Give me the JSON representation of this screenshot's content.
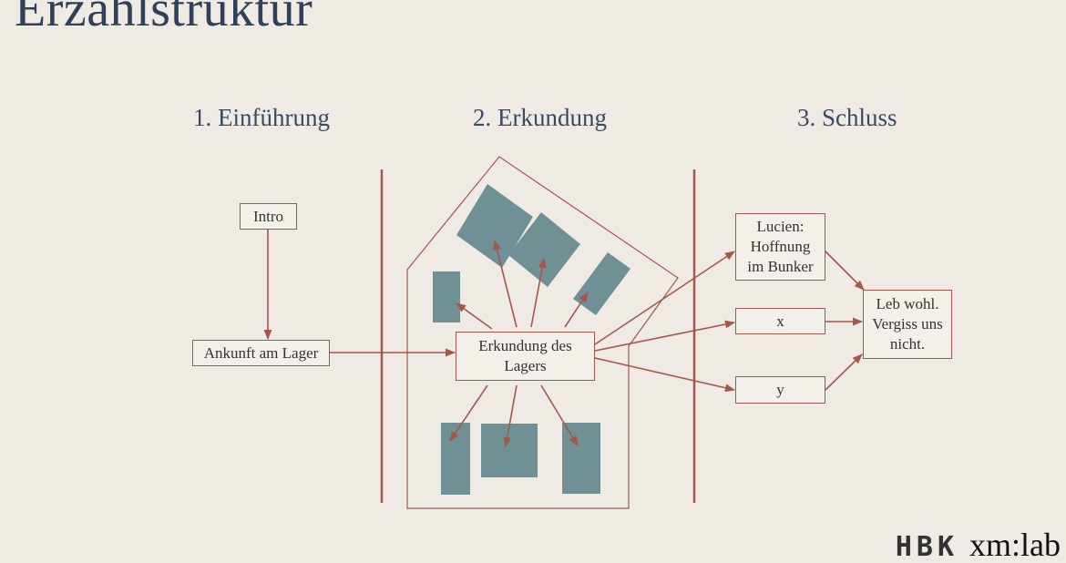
{
  "title": "Erzahlstruktur",
  "sections": [
    "1. Einführung",
    "2. Erkundung",
    "3. Schluss"
  ],
  "nodes": {
    "intro": "Intro",
    "ankunft": "Ankunft am Lager",
    "erkundung": "Erkundung des\nLagers",
    "lucien": "Lucien:\nHoffnung\nim Bunker",
    "x": "x",
    "y": "y",
    "leb_wohl": "Leb wohl.\nVergiss uns\nnicht."
  },
  "logos": {
    "left": "HBK",
    "right": "xm:lab"
  },
  "colors": {
    "line": "#a5574a",
    "building": "#6f9195",
    "title": "#2f4159"
  }
}
